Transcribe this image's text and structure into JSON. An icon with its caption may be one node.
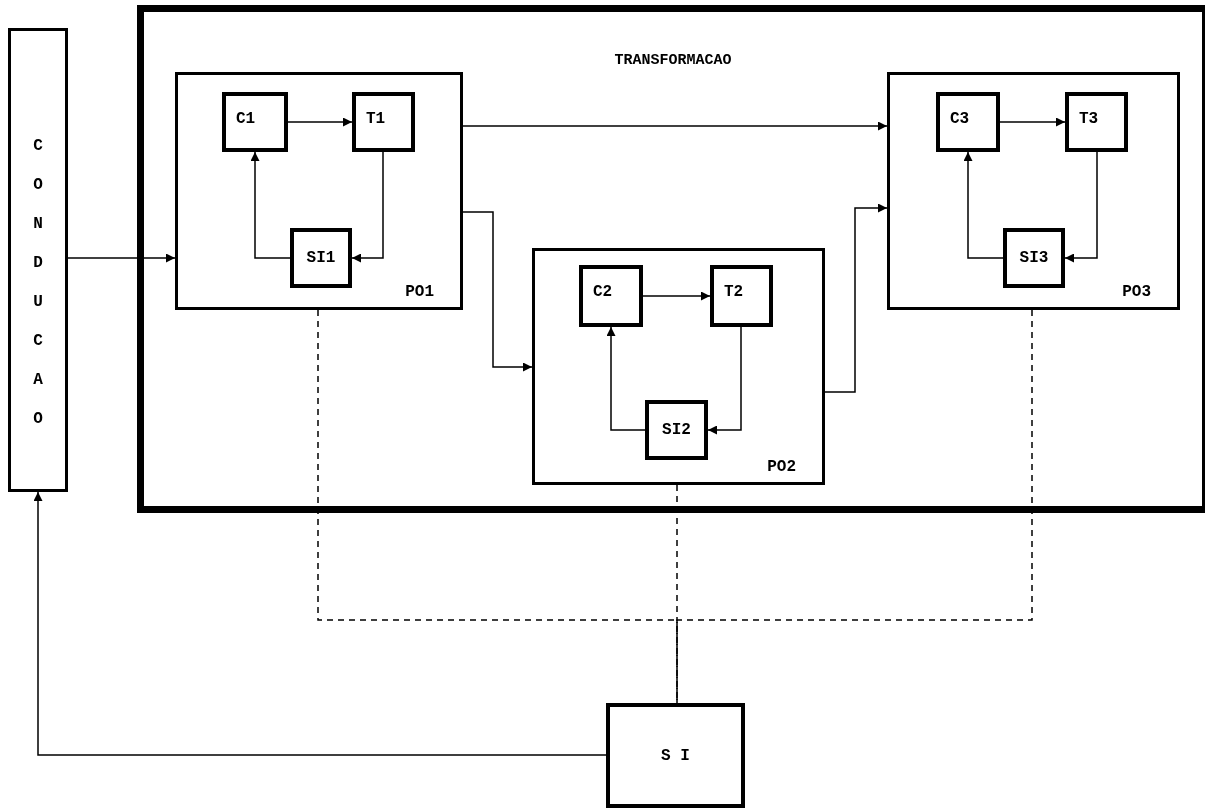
{
  "diagram": {
    "nodes": [
      {
        "text": [
          "CONDUCAO"
        ]
      },
      {
        "text": [
          "TRANSFORMACAO"
        ]
      },
      {
        "text": [
          "PO1"
        ],
        "in": 1
      },
      {
        "text": [
          "C1"
        ],
        "in": 2
      },
      {
        "text": [
          "T1"
        ],
        "in": 2
      },
      {
        "text": [
          "SI1"
        ],
        "in": 2
      },
      {
        "text": [
          "PO2"
        ],
        "in": 1
      },
      {
        "text": [
          "C2"
        ],
        "in": 6
      },
      {
        "text": [
          "T2"
        ],
        "in": 6
      },
      {
        "text": [
          "SI2"
        ],
        "in": 6
      },
      {
        "text": [
          "PO3"
        ],
        "in": 1
      },
      {
        "text": [
          "C3"
        ],
        "in": 10
      },
      {
        "text": [
          "T3"
        ],
        "in": 10
      },
      {
        "text": [
          "SI3"
        ],
        "in": 10
      },
      {
        "text": [
          "S I"
        ]
      }
    ],
    "edges": [
      {
        "from": 0,
        "to": 2,
        "arrow": "to"
      },
      {
        "from": 3,
        "to": 4,
        "arrow": "to"
      },
      {
        "from": 4,
        "to": 5,
        "arrow": "to"
      },
      {
        "from": 5,
        "to": 3,
        "arrow": "to"
      },
      {
        "from": 2,
        "to": 10,
        "arrow": "to"
      },
      {
        "from": 2,
        "to": 6,
        "arrow": "to"
      },
      {
        "from": 6,
        "to": 10,
        "arrow": "to"
      },
      {
        "from": 7,
        "to": 8,
        "arrow": "to"
      },
      {
        "from": 8,
        "to": 9,
        "arrow": "to"
      },
      {
        "from": 9,
        "to": 7,
        "arrow": "to"
      },
      {
        "from": 11,
        "to": 12,
        "arrow": "to"
      },
      {
        "from": 12,
        "to": 13,
        "arrow": "to"
      },
      {
        "from": 13,
        "to": 11,
        "arrow": "to"
      },
      {
        "from": 14,
        "to": 0,
        "arrow": "to"
      },
      {
        "from": 2,
        "to": 14,
        "arrow": "none",
        "style": "dashed"
      },
      {
        "from": 6,
        "to": 14,
        "arrow": "none",
        "style": "dashed"
      },
      {
        "from": 10,
        "to": 14,
        "arrow": "none",
        "style": "dashed"
      }
    ]
  }
}
